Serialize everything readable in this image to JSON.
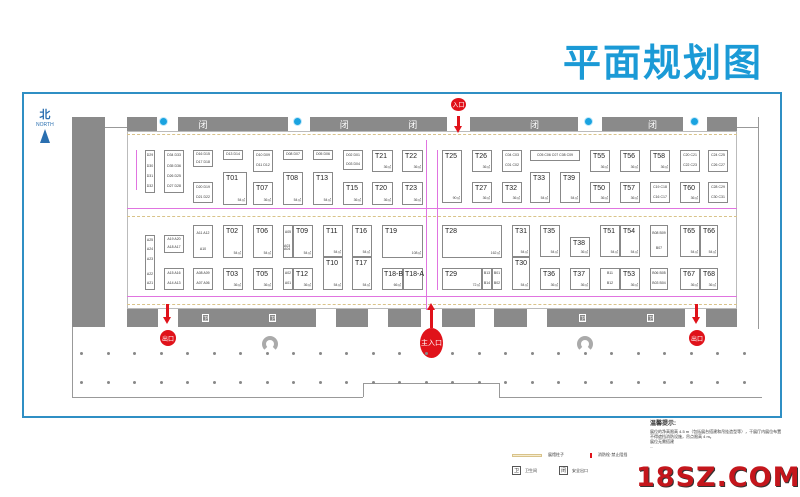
{
  "title": "平面规划图",
  "north": {
    "cn": "北",
    "en": "NORTH"
  },
  "closed_label": "闭",
  "entrance_label": "入口",
  "main_entrance_label": "主入口",
  "exit_label": "出口",
  "restroom_label": "卫",
  "booths": [
    {
      "id": "T01",
      "area": "54㎡"
    },
    {
      "id": "T07",
      "area": "36㎡"
    },
    {
      "id": "T08",
      "area": "54㎡"
    },
    {
      "id": "T13",
      "area": "54㎡"
    },
    {
      "id": "T15",
      "area": "36㎡"
    },
    {
      "id": "T20",
      "area": "36㎡"
    },
    {
      "id": "T23",
      "area": "36㎡"
    },
    {
      "id": "T21",
      "area": "36㎡"
    },
    {
      "id": "T22",
      "area": "36㎡"
    },
    {
      "id": "T02",
      "area": "54㎡"
    },
    {
      "id": "T06",
      "area": "54㎡"
    },
    {
      "id": "T09",
      "area": "54㎡"
    },
    {
      "id": "T11",
      "area": "54㎡"
    },
    {
      "id": "T10",
      "area": "54㎡"
    },
    {
      "id": "T16",
      "area": "54㎡"
    },
    {
      "id": "T17",
      "area": "54㎡"
    },
    {
      "id": "T19",
      "area": "108㎡"
    },
    {
      "id": "T03",
      "area": "36㎡"
    },
    {
      "id": "T05",
      "area": "36㎡"
    },
    {
      "id": "T12",
      "area": "36㎡"
    },
    {
      "id": "T18-B",
      "area": "66㎡"
    },
    {
      "id": "T18-A",
      "area": ""
    },
    {
      "id": "T25",
      "area": "90㎡"
    },
    {
      "id": "T26",
      "area": "36㎡"
    },
    {
      "id": "T27",
      "area": "36㎡"
    },
    {
      "id": "T32",
      "area": "36㎡"
    },
    {
      "id": "T33",
      "area": "54㎡"
    },
    {
      "id": "T39",
      "area": "54㎡"
    },
    {
      "id": "T55",
      "area": "36㎡"
    },
    {
      "id": "T50",
      "area": "36㎡"
    },
    {
      "id": "T56",
      "area": "36㎡"
    },
    {
      "id": "T57",
      "area": "36㎡"
    },
    {
      "id": "T58",
      "area": "36㎡"
    },
    {
      "id": "T60",
      "area": "36㎡"
    },
    {
      "id": "T28",
      "area": "162㎡"
    },
    {
      "id": "T29",
      "area": "72㎡"
    },
    {
      "id": "T31",
      "area": "54㎡"
    },
    {
      "id": "T30",
      "area": "54㎡"
    },
    {
      "id": "T35",
      "area": "54㎡"
    },
    {
      "id": "T38",
      "area": "36㎡"
    },
    {
      "id": "T36",
      "area": "36㎡"
    },
    {
      "id": "T37",
      "area": "36㎡"
    },
    {
      "id": "T51",
      "area": "54㎡"
    },
    {
      "id": "T54",
      "area": "54㎡"
    },
    {
      "id": "T53",
      "area": "36㎡"
    },
    {
      "id": "T65",
      "area": "54㎡"
    },
    {
      "id": "T66",
      "area": "54㎡"
    },
    {
      "id": "T67",
      "area": "36㎡"
    },
    {
      "id": "T68",
      "area": "36㎡"
    }
  ],
  "small_booths": [
    {
      "lines": [
        "D29",
        "D30",
        "D31",
        "D32"
      ]
    },
    {
      "lines": [
        "D34 D33",
        "D35 D36",
        "D26 D25",
        "D27 D28"
      ]
    },
    {
      "lines": [
        "D16 D15",
        "D17 D18"
      ]
    },
    {
      "lines": [
        "D20 D19",
        "D21 D22"
      ]
    },
    {
      "lines": [
        "D13 D14"
      ]
    },
    {
      "lines": [
        "D10 D09",
        "D11 D12"
      ]
    },
    {
      "lines": [
        "D08 D07"
      ]
    },
    {
      "lines": [
        "D05 D06"
      ]
    },
    {
      "lines": [
        "D02 D01",
        "D03 D04"
      ]
    },
    {
      "lines": [
        "A25",
        "A24",
        "A23",
        "",
        "A22",
        "A21"
      ]
    },
    {
      "lines": [
        "A19 A20",
        "A18 A17"
      ]
    },
    {
      "lines": [
        "A15 A16",
        "A14 A13"
      ]
    },
    {
      "lines": [
        "A11 A12",
        "A10"
      ]
    },
    {
      "lines": [
        "A08 A09",
        "A07 A06"
      ]
    },
    {
      "lines": [
        "A05",
        "A03 A04"
      ]
    },
    {
      "lines": [
        "A02",
        "A01"
      ]
    },
    {
      "lines": [
        "C04 C03",
        "C01 C02"
      ]
    },
    {
      "lines": [
        "C05 C06 C07 C08 C09"
      ]
    },
    {
      "lines": [
        "C19 C18",
        "C16 C17"
      ]
    },
    {
      "lines": [
        "C20 C21",
        "C22 C23"
      ]
    },
    {
      "lines": [
        "C24 C25",
        "C26 C27"
      ]
    },
    {
      "lines": [
        "C28 C29",
        "C30 C31"
      ]
    },
    {
      "lines": [
        "B13",
        "B14"
      ]
    },
    {
      "lines": [
        "B01",
        "B02"
      ]
    },
    {
      "lines": [
        "B11",
        "B12"
      ]
    },
    {
      "lines": [
        "B08 B09",
        "B07"
      ]
    },
    {
      "lines": [
        "B06 B05",
        "B03 B04"
      ]
    }
  ],
  "legend": {
    "column": "展馆柱子",
    "fire_hydrant": "消防栓·禁止阻挡",
    "restroom": "卫生间",
    "exit": "安全出口"
  },
  "tips": {
    "title": "温馨提示:",
    "items": [
      "展位的净高限高 4.5 m（包括展台搭建和吊挂造型等），干展厅内展位布置不得遮挡消防设施，吊点限高 4 m。",
      "展位无需搭建",
      "..."
    ]
  },
  "watermark": "18SZ.COM",
  "colors": {
    "title": "#1b9ad6",
    "frame": "#2f8fc4",
    "wall": "#8a8a8a",
    "red": "#e0121a",
    "dimension": "#e074e0"
  }
}
